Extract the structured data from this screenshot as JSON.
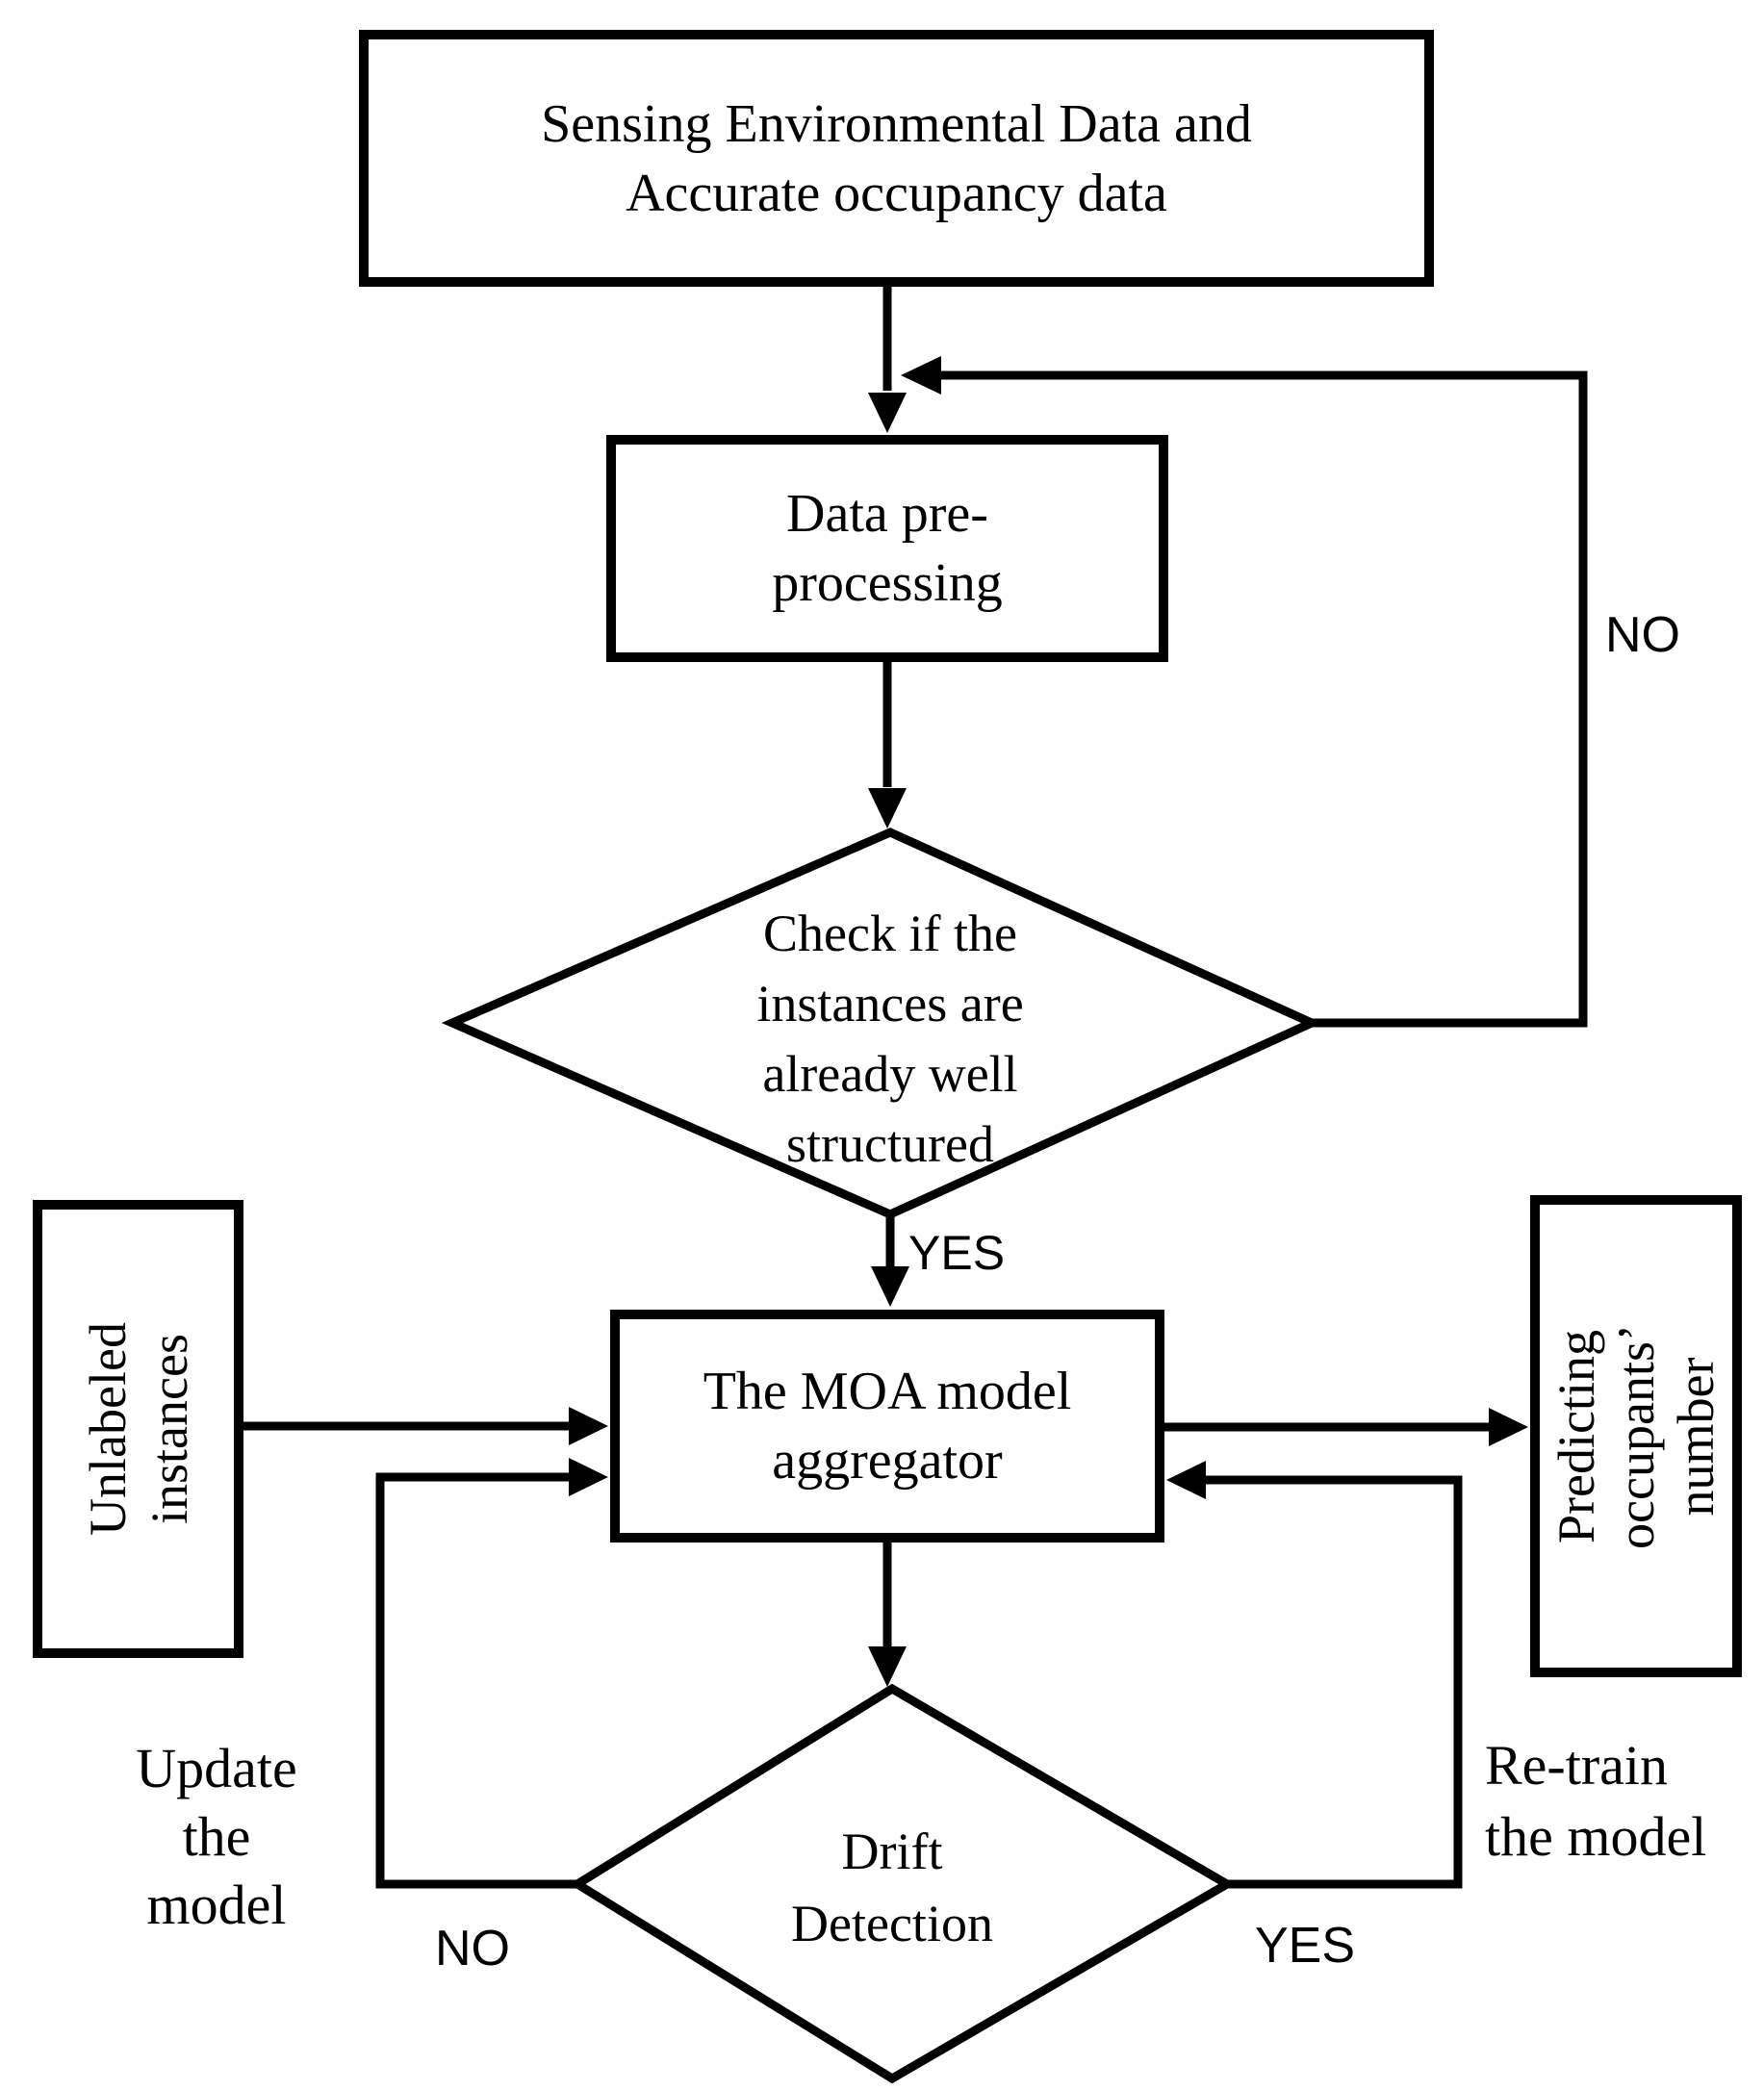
{
  "nodes": {
    "sensing": {
      "lines": [
        "Sensing Environmental Data and",
        "Accurate occupancy data"
      ]
    },
    "preprocessing": {
      "lines": [
        "Data pre-",
        "processing"
      ]
    },
    "check_structured": {
      "lines": [
        "Check if the",
        "instances are",
        "already well",
        "structured"
      ]
    },
    "moa": {
      "lines": [
        "The MOA model",
        "aggregator"
      ]
    },
    "unlabeled": {
      "lines": [
        "Unlabeled",
        "instances"
      ]
    },
    "predicting": {
      "lines": [
        "Predicting",
        "occupants’",
        "number"
      ]
    },
    "drift": {
      "lines": [
        "Drift",
        "Detection"
      ]
    }
  },
  "labels": {
    "no_top": "NO",
    "yes_top": "YES",
    "no_bottom": "NO",
    "yes_bottom": "YES",
    "update_model": [
      "Update",
      "the",
      "model"
    ],
    "retrain_model": [
      "Re-train",
      "the model"
    ]
  },
  "colors": {
    "stroke": "#000000",
    "background": "#ffffff"
  }
}
